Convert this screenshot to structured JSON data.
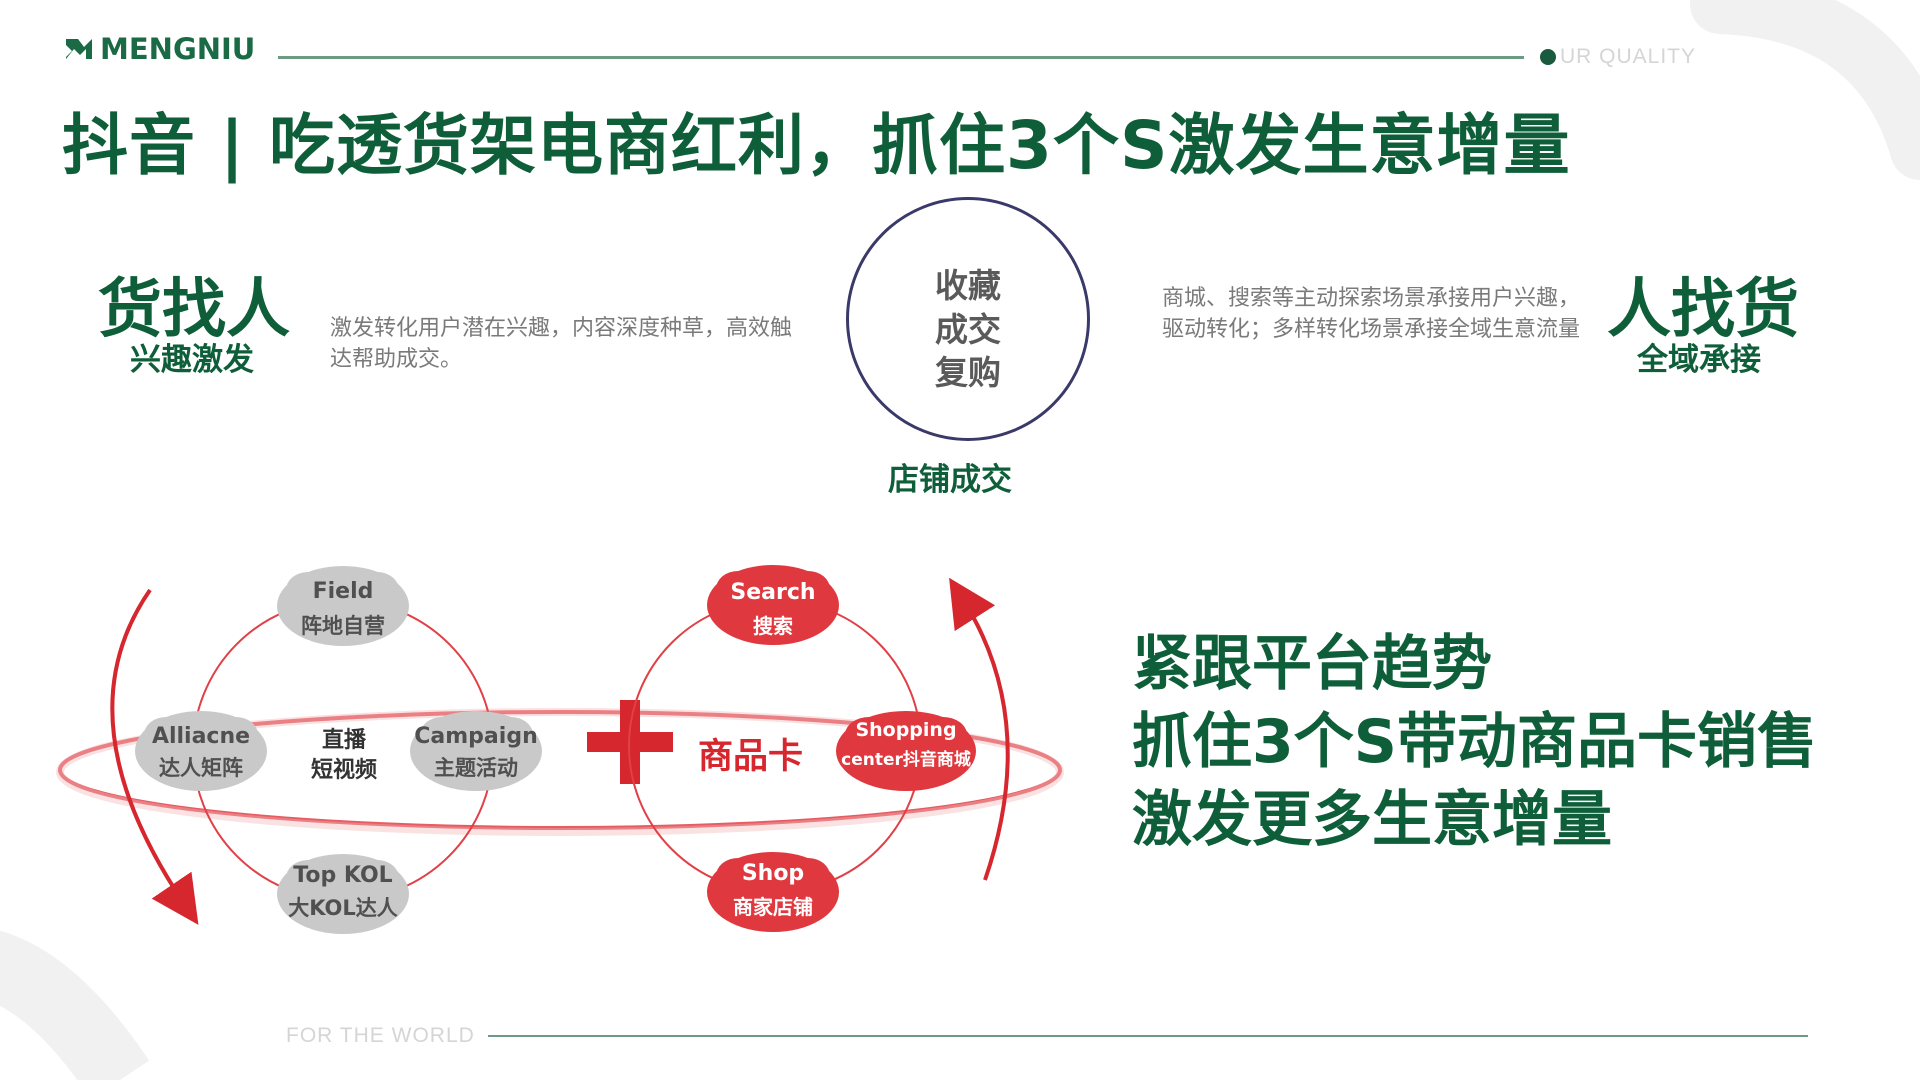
{
  "brand": {
    "logo_text": "MENGNIU",
    "top_tag": "UR QUALITY",
    "bottom_tag": "FOR THE WORLD",
    "accent_color": "#0f5e3a",
    "red_color": "#d6262e"
  },
  "title": "抖音 | 吃透货架电商红利，抓住3个S激发生意增量",
  "left": {
    "heading": "货找人",
    "subheading": "兴趣激发",
    "description": "激发转化用户潜在兴趣，内容深度种草，高效触达帮助成交。"
  },
  "center": {
    "circle_lines": [
      "收藏",
      "成交",
      "复购"
    ],
    "caption": "店铺成交"
  },
  "right": {
    "heading": "人找货",
    "subheading": "全域承接",
    "description": "商城、搜索等主动探索场景承接用户兴趣，驱动转化；多样转化场景承接全域生意流量"
  },
  "left_ring": {
    "center_line1": "直播",
    "center_line2": "短视频",
    "bubbles": [
      {
        "line1": "Field",
        "line2": "阵地自营"
      },
      {
        "line1": "Alliacne",
        "line2": "达人矩阵"
      },
      {
        "line1": "Campaign",
        "line2": "主题活动"
      },
      {
        "line1": "Top KOL",
        "line2": "大KOL达人"
      }
    ]
  },
  "plus_icon": "plus-icon",
  "right_ring": {
    "center_label": "商品卡",
    "bubbles": [
      {
        "line1": "Search",
        "line2": "搜索"
      },
      {
        "line1": "Shopping",
        "line2": "center抖音商城"
      },
      {
        "line1": "Shop",
        "line2": "商家店铺"
      }
    ]
  },
  "message": {
    "lines": [
      "紧跟平台趋势",
      "抓住3个S带动商品卡销售",
      "激发更多生意增量"
    ]
  }
}
